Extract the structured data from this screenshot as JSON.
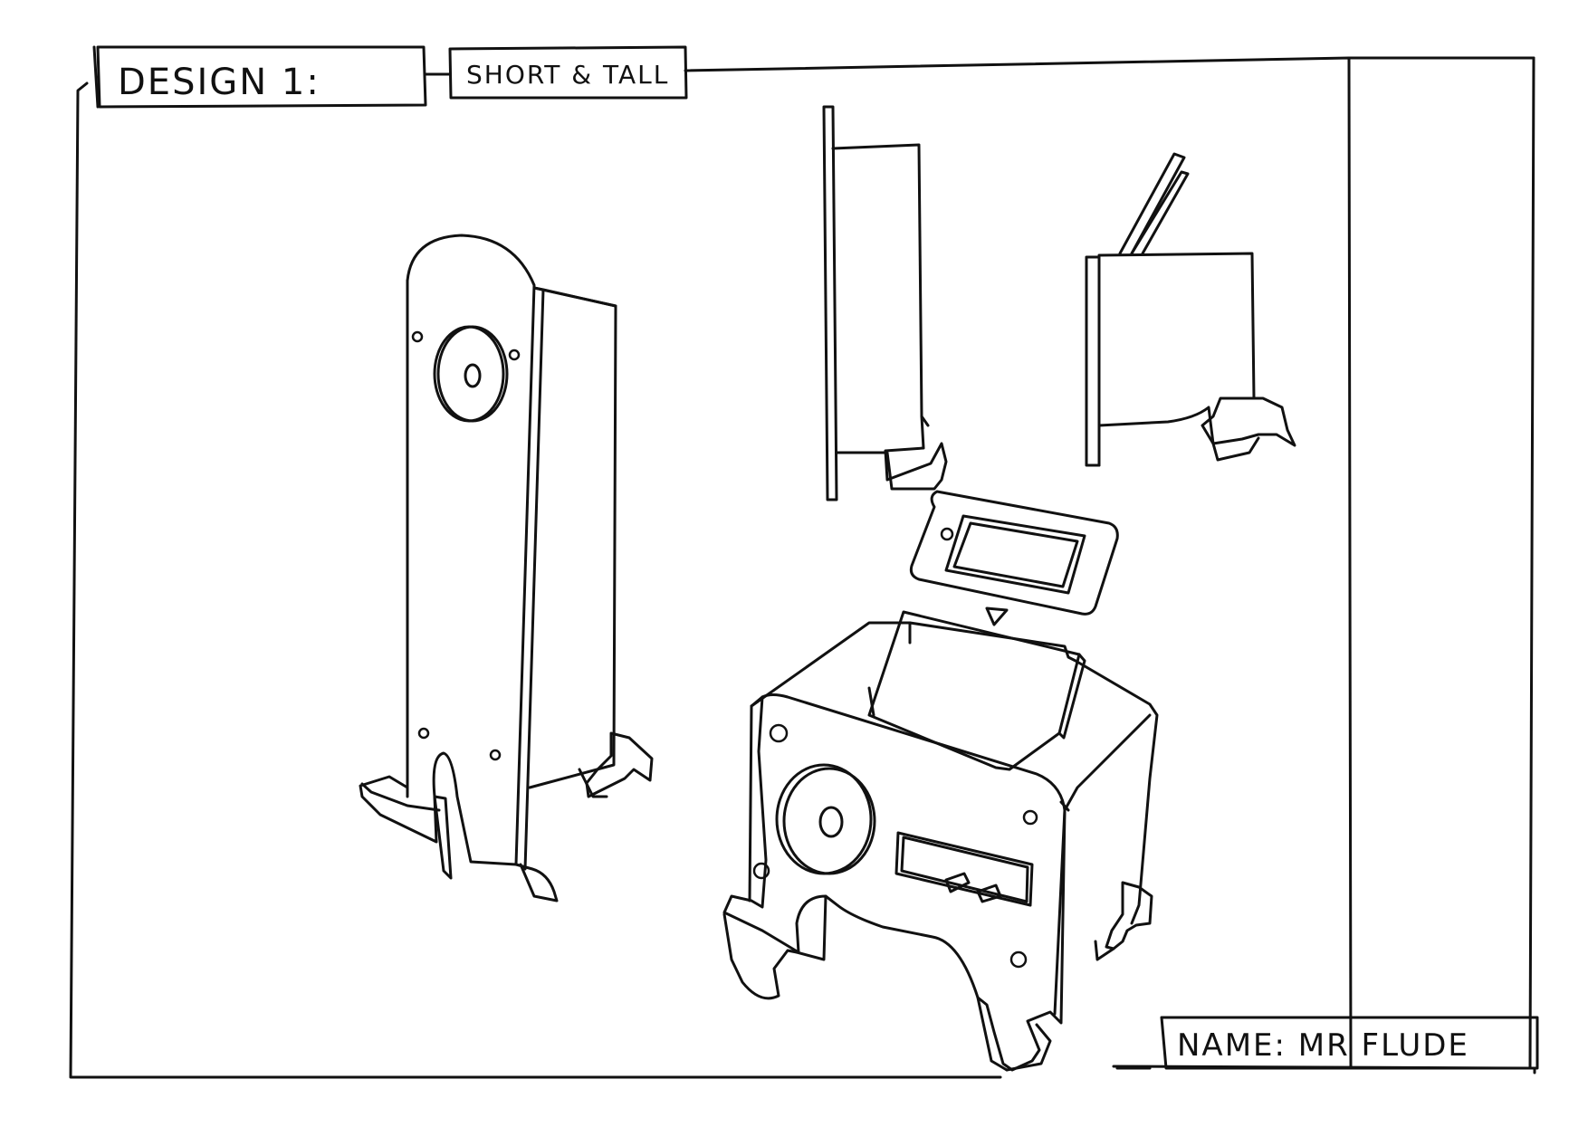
{
  "sheet": {
    "title_label": "DESIGN 1:",
    "subtitle_label": "SHORT & TALL",
    "name_label": "NAME: MR FLUDE"
  },
  "colors": {
    "paper": "#ffffff",
    "ink": "#111111"
  },
  "sketches": [
    {
      "id": "tall-speaker",
      "depicts": "tall speaker with legs"
    },
    {
      "id": "side-profile-tall",
      "depicts": "side profile of tall unit"
    },
    {
      "id": "side-profile-short",
      "depicts": "side profile of short unit with slot"
    },
    {
      "id": "phone-dock",
      "depicts": "phone resting above the short unit"
    },
    {
      "id": "short-radio",
      "depicts": "short speaker unit with dial panel and knobs"
    }
  ]
}
